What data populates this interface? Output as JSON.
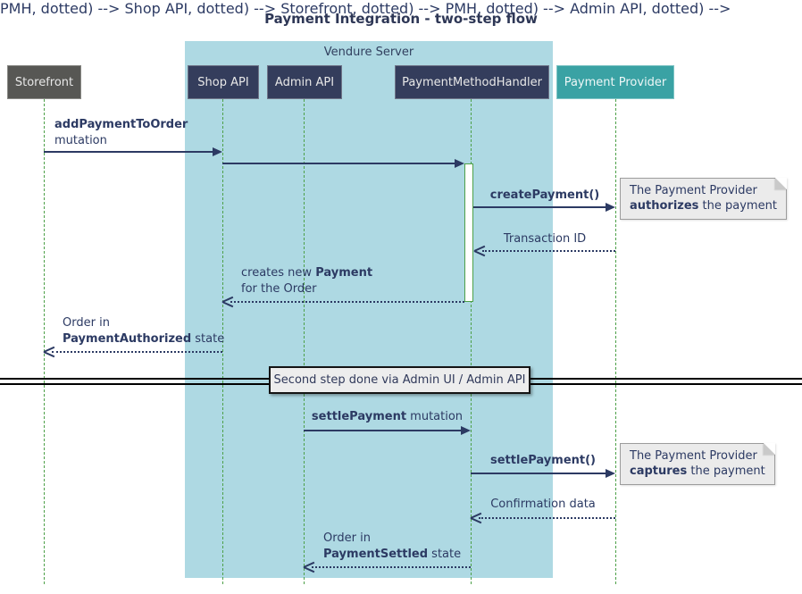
{
  "title": "Payment Integration - two-step flow",
  "frame": {
    "label": "Vendure Server"
  },
  "participants": [
    {
      "label": "Storefront"
    },
    {
      "label": "Shop API"
    },
    {
      "label": "Admin API"
    },
    {
      "label": "PaymentMethodHandler"
    },
    {
      "label": "Payment Provider"
    }
  ],
  "messages": {
    "m1": {
      "bold": "addPaymentToOrder",
      "line2": "mutation"
    },
    "m3": {
      "bold": "createPayment()"
    },
    "m4": {
      "text": "Transaction ID"
    },
    "m5": {
      "pre": "creates new ",
      "bold": "Payment",
      "line2": "for the Order"
    },
    "m6": {
      "line1": "Order in",
      "bold": "PaymentAuthorized",
      "rest": " state"
    },
    "m7": {
      "bold": "settlePayment",
      "rest": " mutation"
    },
    "m8": {
      "bold": "settlePayment()"
    },
    "m9": {
      "text": "Confirmation data"
    },
    "m10": {
      "line1": "Order in",
      "bold": "PaymentSettled",
      "rest": " state"
    }
  },
  "notes": [
    {
      "line1": "The Payment Provider",
      "bold": "authorizes",
      "rest": " the payment"
    },
    {
      "line1": "The Payment Provider",
      "bold": "captures",
      "rest": " the payment"
    }
  ],
  "divider": {
    "label": "Second step done via Admin UI / Admin API"
  },
  "colors": {
    "ink": "#2c3a63",
    "navy-box": "#343d5c",
    "gray-box": "#575754",
    "teal-box": "#3aa2a4",
    "frame-blue": "#aed9e3",
    "green": "#4da048",
    "note-bg": "#ebebeb",
    "divider-bg": "#ededed"
  }
}
